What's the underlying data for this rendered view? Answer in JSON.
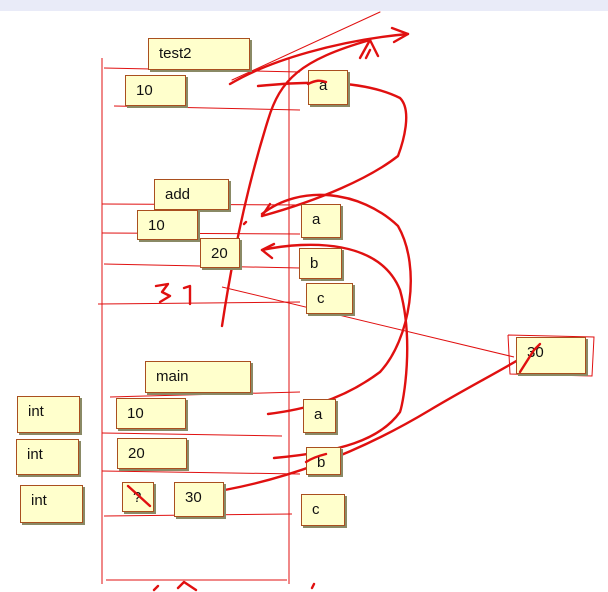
{
  "frames": {
    "test2": {
      "title": "test2",
      "values": [
        "10"
      ],
      "vars": [
        "a"
      ]
    },
    "add": {
      "title": "add",
      "values": [
        "10",
        "20"
      ],
      "vars": [
        "a",
        "b",
        "c"
      ],
      "handwritten_result": "31"
    },
    "main": {
      "title": "main",
      "types": [
        "int",
        "int",
        "int"
      ],
      "values": [
        "10",
        "20",
        "?",
        "30"
      ],
      "vars": [
        "a",
        "b",
        "c"
      ]
    }
  },
  "heap_box": {
    "value": "30"
  },
  "colors": {
    "ink": "#e01010",
    "note_fill": "#ffffcc",
    "note_border": "#a94f1f",
    "chrome": "#e9ebf8"
  }
}
